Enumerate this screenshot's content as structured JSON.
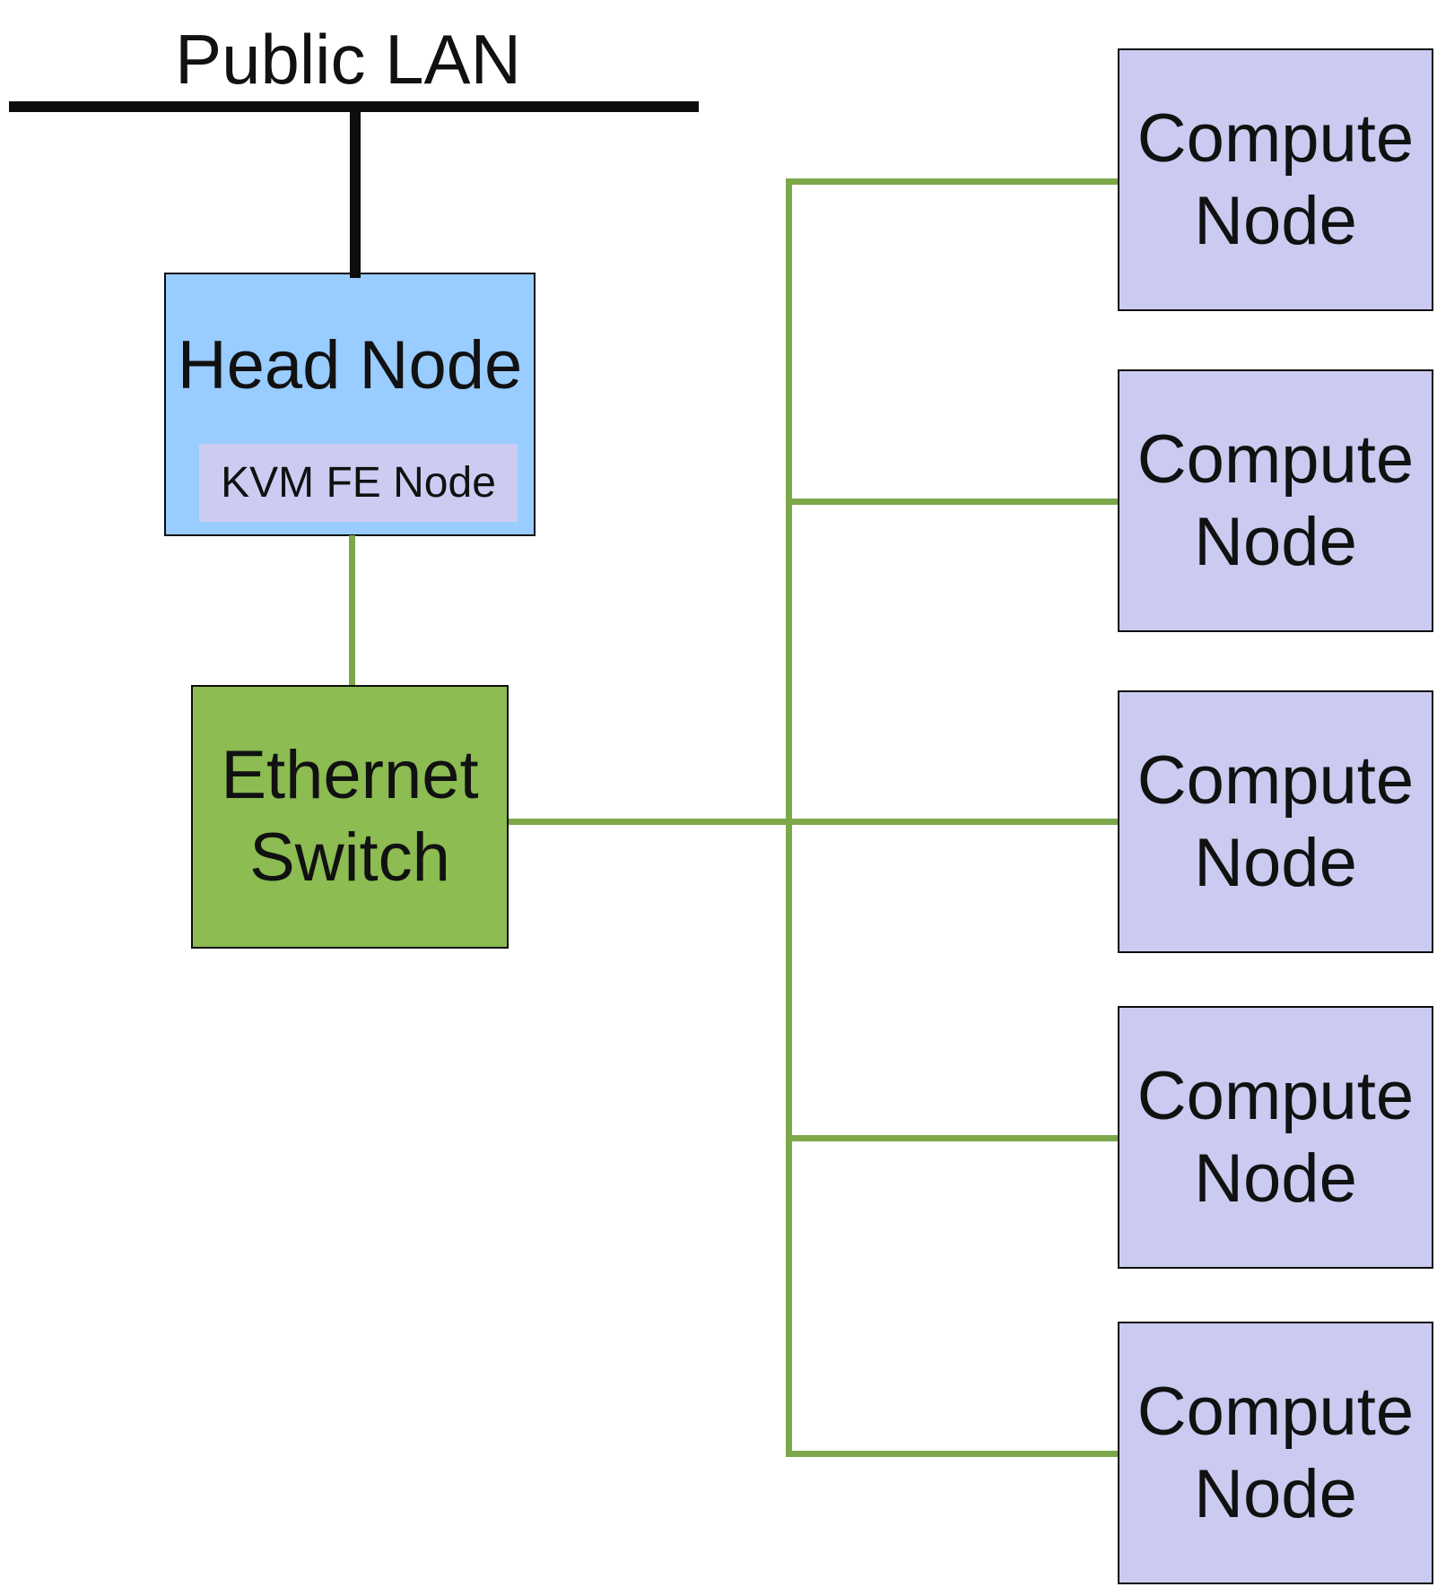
{
  "diagram": {
    "public_lan": {
      "label": "Public LAN"
    },
    "head_node": {
      "label": "Head Node",
      "kvm": {
        "label": "KVM FE Node"
      }
    },
    "ethernet_switch": {
      "label": "Ethernet Switch"
    },
    "compute_nodes": [
      {
        "label": "Compute Node"
      },
      {
        "label": "Compute Node"
      },
      {
        "label": "Compute Node"
      },
      {
        "label": "Compute Node"
      },
      {
        "label": "Compute Node"
      }
    ],
    "colors": {
      "background": "#FFFFFF",
      "black_line": "#0D0D0D",
      "green_line": "#7CA84A",
      "head_node_fill": "#99CCFF",
      "kvm_fill": "#CCCCF2",
      "switch_fill": "#8CBC52",
      "compute_fill": "#CBCBF1",
      "border": "#0D0D0D",
      "text": "#111111"
    }
  }
}
